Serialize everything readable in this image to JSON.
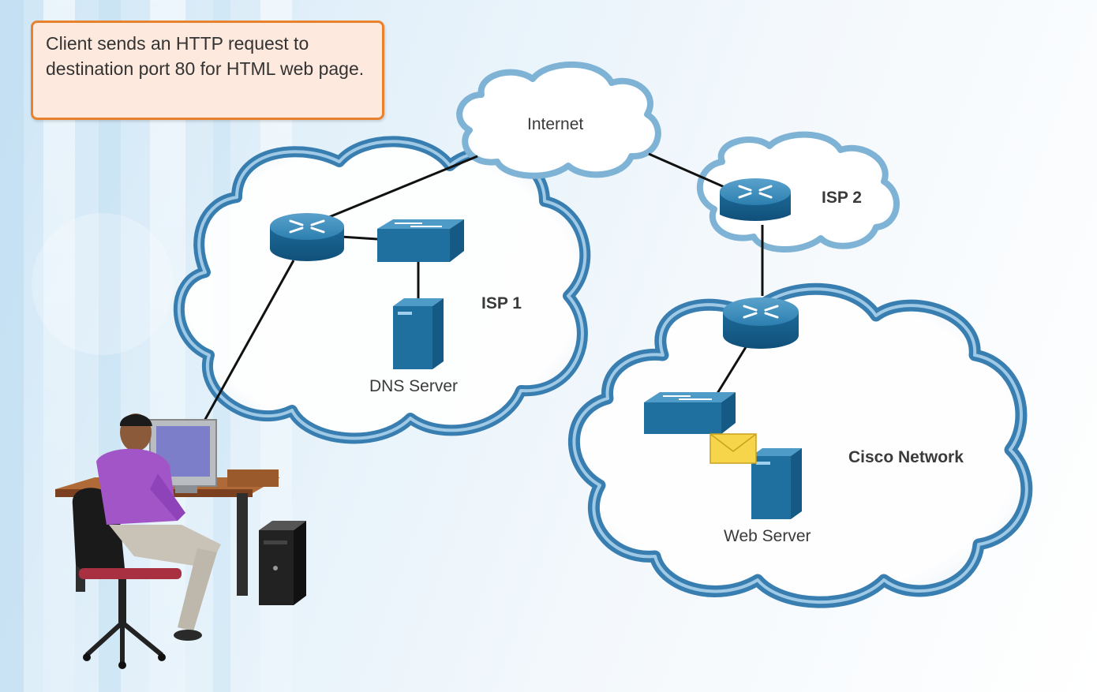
{
  "callout": {
    "text": "Client sends an HTTP request to destination port 80 for HTML web page."
  },
  "clouds": {
    "internet": "Internet",
    "isp1": "ISP 1",
    "isp2": "ISP 2",
    "cisco": "Cisco Network"
  },
  "devices": {
    "dns_server": "DNS Server",
    "web_server": "Web Server"
  },
  "colors": {
    "callout_border": "#e9822f",
    "callout_fill": "#fde9de",
    "cloud_edge": "#2f78ad",
    "device_blue": "#1f6f9f",
    "envelope": "#f6d54a"
  }
}
